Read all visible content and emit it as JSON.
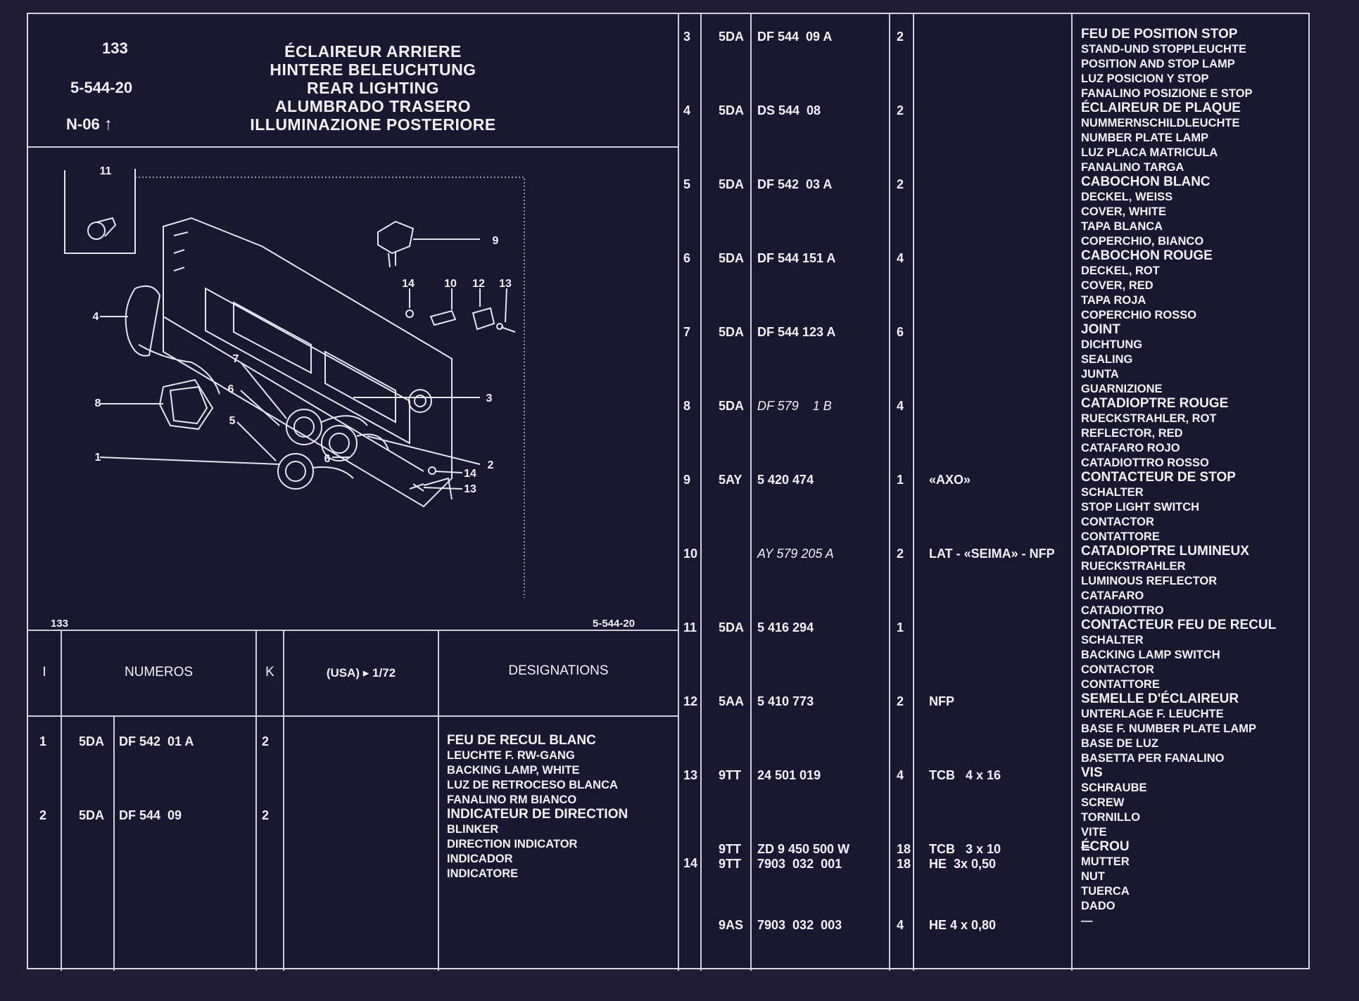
{
  "header": {
    "page_number": "133",
    "ref_code": "5-544-20",
    "model_code": "N-06",
    "titles": [
      "ÉCLAIREUR ARRIERE",
      "HINTERE BELEUCHTUNG",
      "REAR LIGHTING",
      "ALUMBRADO TRASERO",
      "ILLUMINAZIONE POSTERIORE"
    ]
  },
  "diagram": {
    "footer_left": "133",
    "footer_right": "5-544-20",
    "callouts": [
      "1",
      "2",
      "3",
      "4",
      "5",
      "6",
      "6",
      "7",
      "8",
      "9",
      "10",
      "11",
      "12",
      "13",
      "13",
      "14",
      "14"
    ]
  },
  "columns": {
    "index": "I",
    "numbers": "NUMEROS",
    "qty": "K",
    "usa": "(USA) ▸ 1/72",
    "designations": "DESIGNATIONS"
  },
  "rows": [
    {
      "i": "1",
      "prefix": "5DA",
      "ref": "DF 542  01 A",
      "k": "2",
      "note": "",
      "names": [
        "FEU DE RECUL BLANC",
        "LEUCHTE F. RW-GANG",
        "BACKING LAMP, WHITE",
        "LUZ DE RETROCESO BLANCA",
        "FANALINO RM BIANCO"
      ]
    },
    {
      "i": "2",
      "prefix": "5DA",
      "ref": "DF 544  09",
      "k": "2",
      "note": "",
      "names": [
        "INDICATEUR DE DIRECTION",
        "BLINKER",
        "DIRECTION INDICATOR",
        "INDICADOR",
        "INDICATORE"
      ]
    },
    {
      "i": "3",
      "prefix": "5DA",
      "ref": "DF 544  09 A",
      "k": "2",
      "note": "",
      "names": [
        "FEU DE POSITION STOP",
        "STAND-UND STOPPLEUCHTE",
        "POSITION AND STOP LAMP",
        "LUZ POSICION Y STOP",
        "FANALINO POSIZIONE  E STOP"
      ]
    },
    {
      "i": "4",
      "prefix": "5DA",
      "ref": "DS 544  08",
      "k": "2",
      "note": "",
      "names": [
        "ÉCLAIREUR DE PLAQUE",
        "NUMMERNSCHILDLEUCHTE",
        "NUMBER PLATE LAMP",
        "LUZ PLACA MATRICULA",
        "FANALINO TARGA"
      ]
    },
    {
      "i": "5",
      "prefix": "5DA",
      "ref": "DF 542  03 A",
      "k": "2",
      "note": "",
      "names": [
        "CABOCHON BLANC",
        "DECKEL, WEISS",
        "COVER, WHITE",
        "TAPA BLANCA",
        "COPERCHIO, BIANCO"
      ]
    },
    {
      "i": "6",
      "prefix": "5DA",
      "ref": "DF 544 151 A",
      "k": "4",
      "note": "",
      "names": [
        "CABOCHON ROUGE",
        "DECKEL, ROT",
        "COVER, RED",
        "TAPA  ROJA",
        "COPERCHIO ROSSO"
      ]
    },
    {
      "i": "7",
      "prefix": "5DA",
      "ref": "DF 544 123 A",
      "k": "6",
      "note": "",
      "names": [
        "JOINT",
        "DICHTUNG",
        "SEALING",
        "JUNTA",
        "GUARNIZIONE"
      ]
    },
    {
      "i": "8",
      "prefix": "5DA",
      "ref": "DF 579    1 B",
      "k": "4",
      "note": "",
      "names": [
        "CATADIOPTRE ROUGE",
        "RUECKSTRAHLER, ROT",
        "REFLECTOR, RED",
        "CATAFARO ROJO",
        "CATADIOTTRO ROSSO"
      ]
    },
    {
      "i": "9",
      "prefix": "5AY",
      "ref": "5 420 474",
      "k": "1",
      "note": "«AXO»",
      "names": [
        "CONTACTEUR DE STOP",
        "SCHALTER",
        "STOP LIGHT SWITCH",
        "CONTACTOR",
        "CONTATTORE"
      ]
    },
    {
      "i": "10",
      "prefix": "",
      "ref": "AY 579 205 A",
      "k": "2",
      "note": "LAT - «SEIMA» - NFP",
      "names": [
        "CATADIOPTRE LUMINEUX",
        "RUECKSTRAHLER",
        "LUMINOUS REFLECTOR",
        "CATAFARO",
        "CATADIOTTRO"
      ]
    },
    {
      "i": "11",
      "prefix": "5DA",
      "ref": "5 416 294",
      "k": "1",
      "note": "",
      "names": [
        "CONTACTEUR FEU DE RECUL",
        "SCHALTER",
        "BACKING LAMP SWITCH",
        "CONTACTOR",
        "CONTATTORE"
      ]
    },
    {
      "i": "12",
      "prefix": "5AA",
      "ref": "5 410 773",
      "k": "2",
      "note": "NFP",
      "names": [
        "SEMELLE D'ÉCLAIREUR",
        "UNTERLAGE F. LEUCHTE",
        "BASE F. NUMBER PLATE LAMP",
        "BASE DE LUZ",
        "BASETTA PER FANALINO"
      ]
    },
    {
      "i": "13",
      "prefix": "9TT",
      "ref": "24 501 019",
      "k": "4",
      "note": "TCB   4 x 16",
      "names": [
        "VIS",
        "SCHRAUBE",
        "SCREW",
        "TORNILLO",
        "VITE",
        "—"
      ]
    },
    {
      "i": "14",
      "prefix": "9TT",
      "ref": "ZD 9 450 500 W",
      "k": "18",
      "note": "TCB   3 x 10",
      "names": [
        "ÉCROU",
        "MUTTER",
        "NUT",
        "TUERCA",
        "DADO",
        "—"
      ]
    },
    {
      "i": "",
      "prefix": "9TT",
      "ref": "7903  032  001",
      "k": "18",
      "note": "HE  3x 0,50",
      "names": []
    },
    {
      "i": "",
      "prefix": "9AS",
      "ref": "7903  032  003",
      "k": "4",
      "note": "HE 4 x 0,80",
      "names": []
    }
  ]
}
